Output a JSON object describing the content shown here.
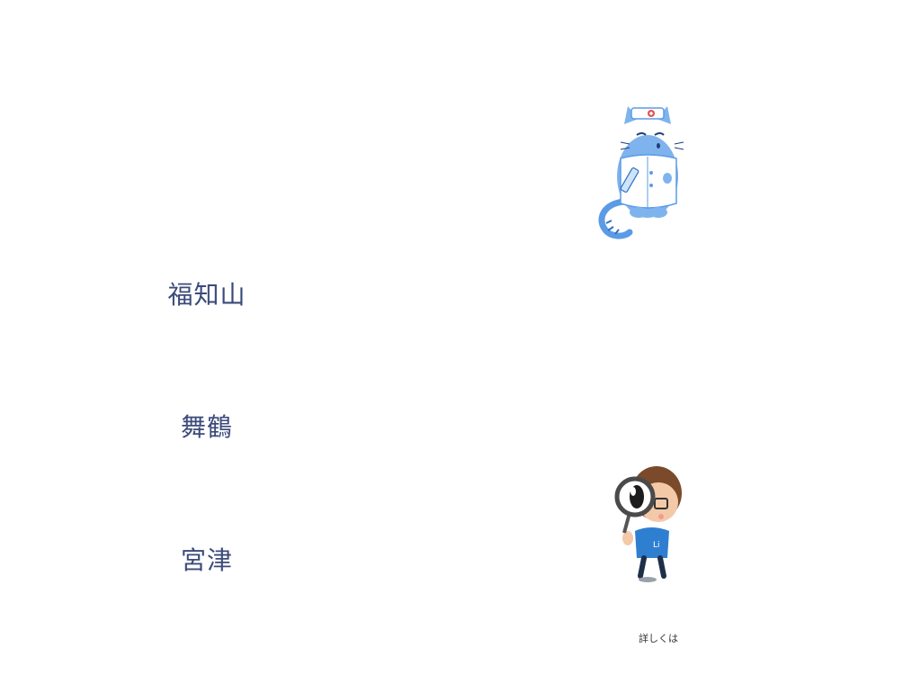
{
  "cities": {
    "fukuchiyama": "福知山",
    "maizuru": "舞鶴",
    "miyazu": "宮津"
  },
  "details_link": "詳しくは",
  "illustrations": {
    "top": "cat-nurse-icon",
    "bottom": "detective-magnifier-icon"
  },
  "colors": {
    "city_text": "#3b4a7a",
    "cat_blue": "#5b9be6",
    "shirt_blue": "#2f7fd1"
  }
}
